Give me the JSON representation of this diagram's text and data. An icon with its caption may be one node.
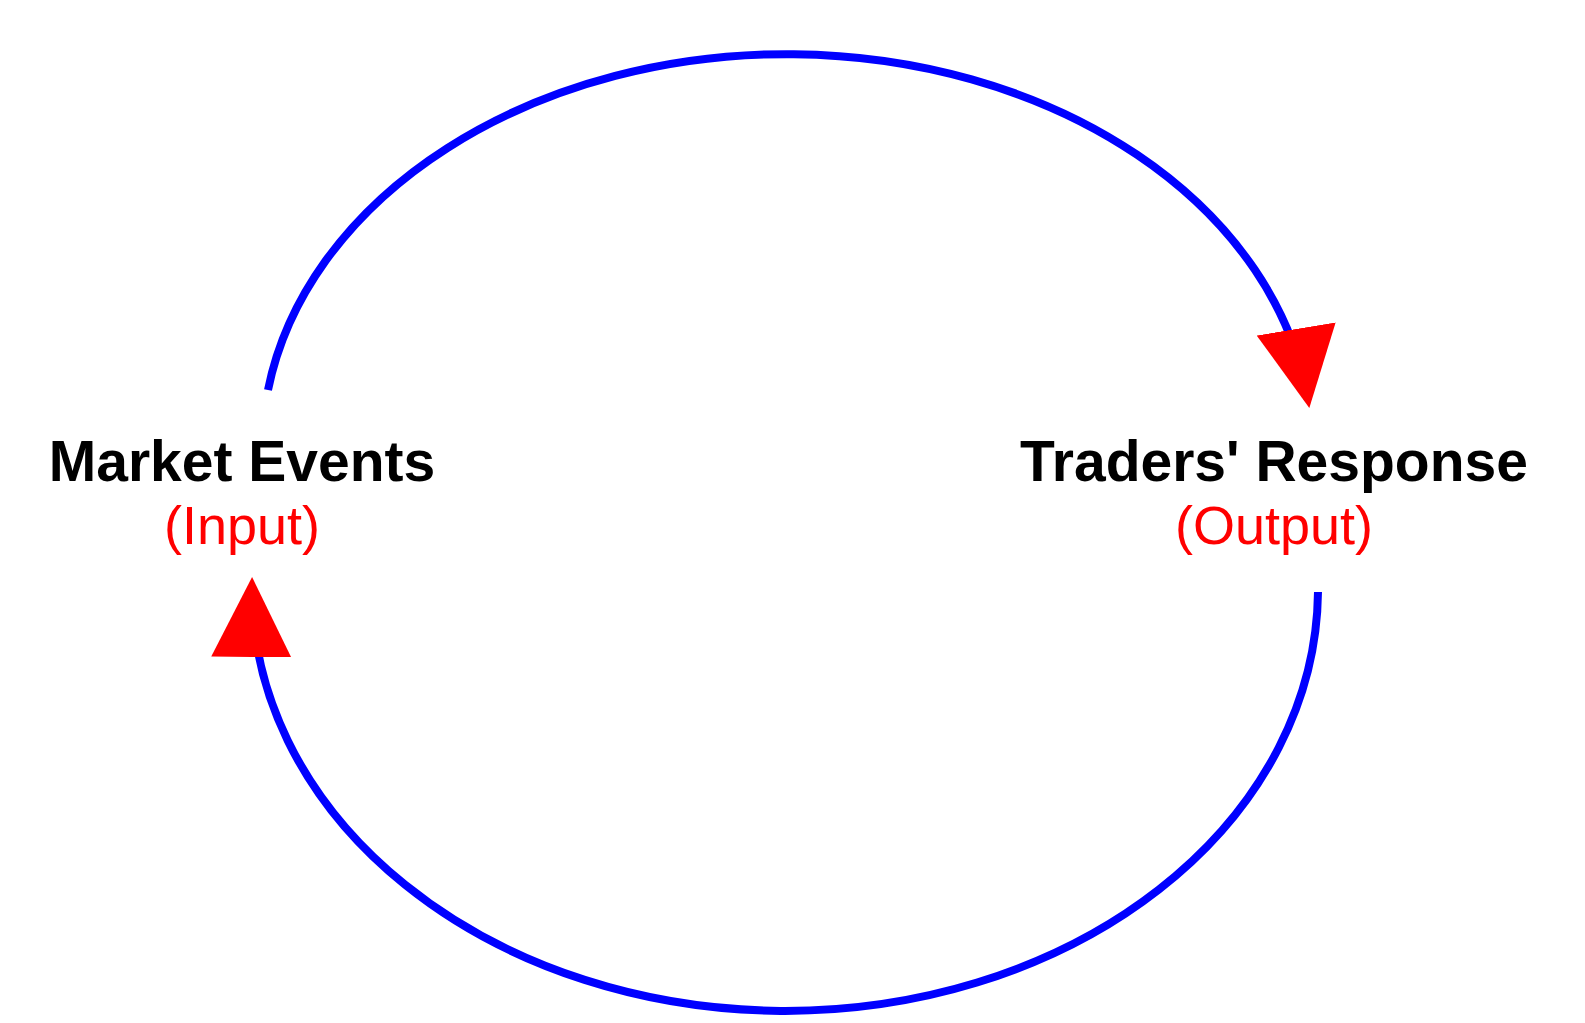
{
  "diagram": {
    "nodes": [
      {
        "text": [
          "Market Events",
          "(Input)"
        ]
      },
      {
        "text": [
          "Traders' Response",
          "(Output)"
        ]
      }
    ],
    "edges": [
      {
        "from": 0,
        "to": 1,
        "arrow": "to"
      },
      {
        "from": 1,
        "to": 0,
        "arrow": "to"
      }
    ]
  }
}
